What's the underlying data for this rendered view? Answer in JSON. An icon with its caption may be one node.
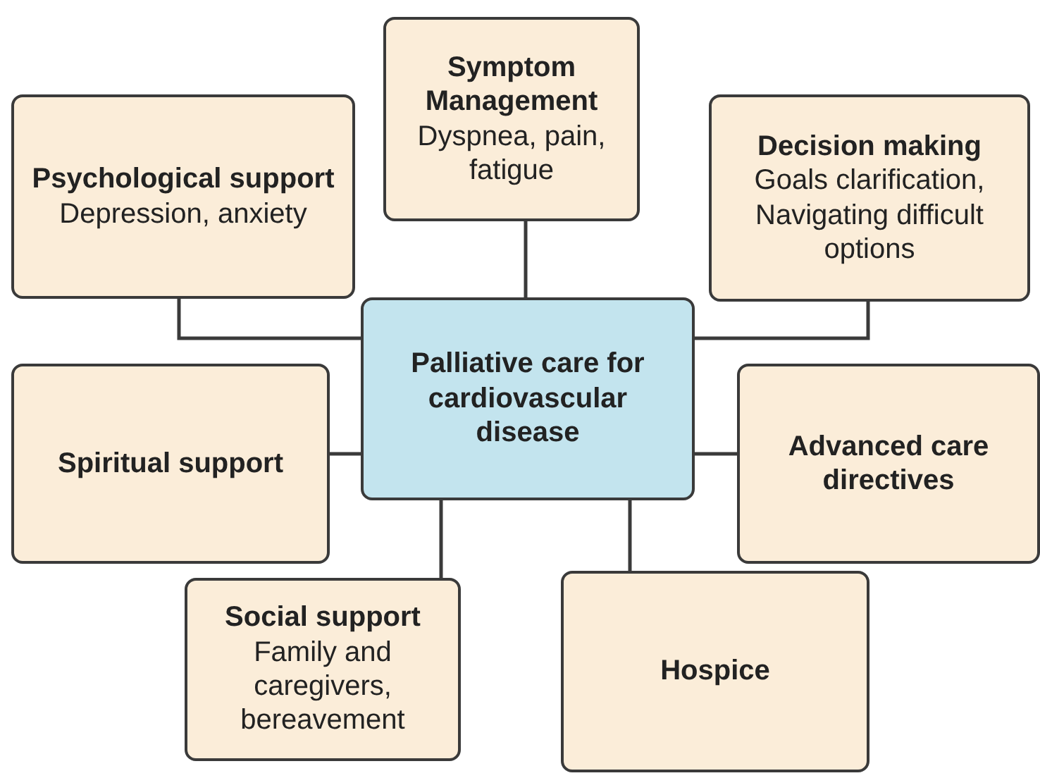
{
  "diagram": {
    "nodes": [
      {
        "text": [
          "Symptom Management",
          "Dyspnea, pain, fatigue"
        ]
      },
      {
        "text": [
          "Psychological support",
          "Depression, anxiety"
        ]
      },
      {
        "text": [
          "Decision making",
          "Goals clarification, Navigating difficult options"
        ]
      },
      {
        "text": [
          "Palliative care for cardiovascular disease"
        ]
      },
      {
        "text": [
          "Spiritual support"
        ]
      },
      {
        "text": [
          "Advanced care directives"
        ]
      },
      {
        "text": [
          "Social support",
          "Family and caregivers, bereavement"
        ]
      },
      {
        "text": [
          "Hospice"
        ]
      }
    ],
    "edges": [
      {
        "from": 3,
        "to": 0,
        "arrow": "none"
      },
      {
        "from": 3,
        "to": 1,
        "arrow": "none"
      },
      {
        "from": 3,
        "to": 2,
        "arrow": "none"
      },
      {
        "from": 3,
        "to": 4,
        "arrow": "none"
      },
      {
        "from": 3,
        "to": 5,
        "arrow": "none"
      },
      {
        "from": 3,
        "to": 6,
        "arrow": "none"
      },
      {
        "from": 3,
        "to": 7,
        "arrow": "none"
      }
    ]
  }
}
